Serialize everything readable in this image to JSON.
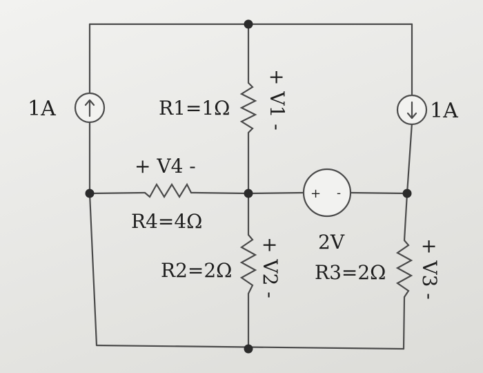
{
  "circuit": {
    "source_left_label": "1A",
    "source_right_label": "1A",
    "r1_label": "R1=1Ω",
    "r2_label": "R2=2Ω",
    "r3_label": "R3=2Ω",
    "r4_label": "R4=4Ω",
    "v1_label": "+ V1 -",
    "v2_label": "+ V2 -",
    "v3_label": "+ V3 -",
    "v4_label": "+ V4 -",
    "vsource_label": "2V",
    "vsource_plus": "+",
    "vsource_minus": "-"
  },
  "icons": {
    "current_source_up": "arrow-up",
    "current_source_down": "arrow-down"
  },
  "colors": {
    "wire": "#4a4a4a",
    "node": "#2b2b2b",
    "text": "#1e1e1e"
  }
}
